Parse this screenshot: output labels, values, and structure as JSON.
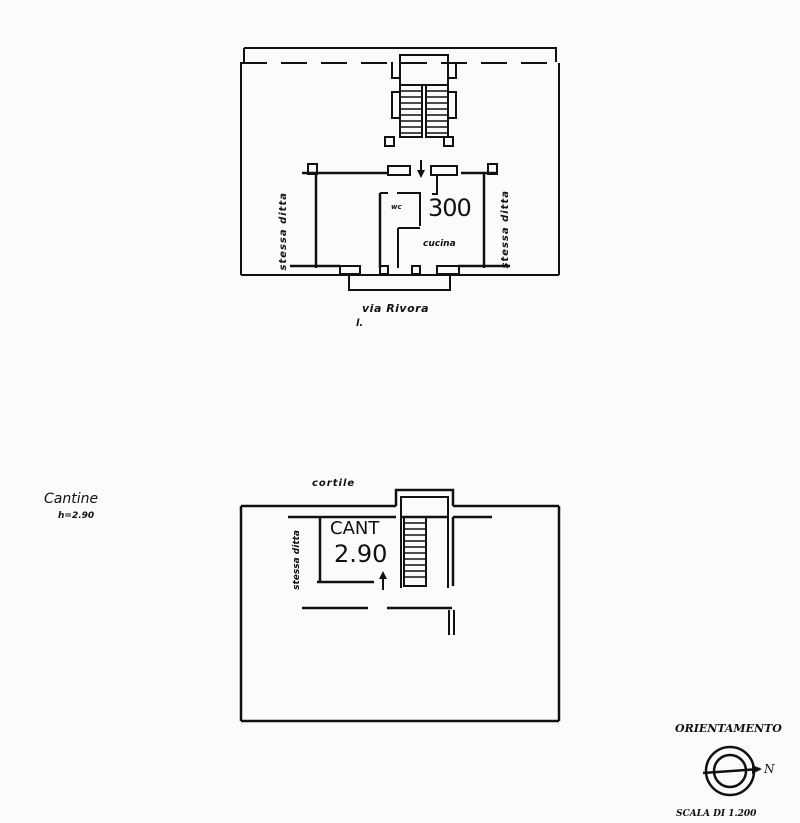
{
  "ground_floor": {
    "street_label": "via Rivora",
    "street_note": "l.",
    "rooms": {
      "wc": "wc",
      "kitchen": "cucina",
      "left_neighbor": "stessa ditta",
      "right_neighbor": "stessa ditta"
    },
    "height_mark": "300"
  },
  "cellar": {
    "title": "Cantine",
    "height_note": "h=2.90",
    "courtyard_label": "cortile",
    "neighbor_label": "stessa ditta",
    "room_mark_line1": "CANT",
    "room_mark_line2": "2.90"
  },
  "legend": {
    "orientation_label": "ORIENTAMENTO",
    "north_letter": "N",
    "scale_label": "SCALA DI 1.200"
  },
  "colors": {
    "ink": "#111111",
    "paper": "#fbfbf9"
  }
}
